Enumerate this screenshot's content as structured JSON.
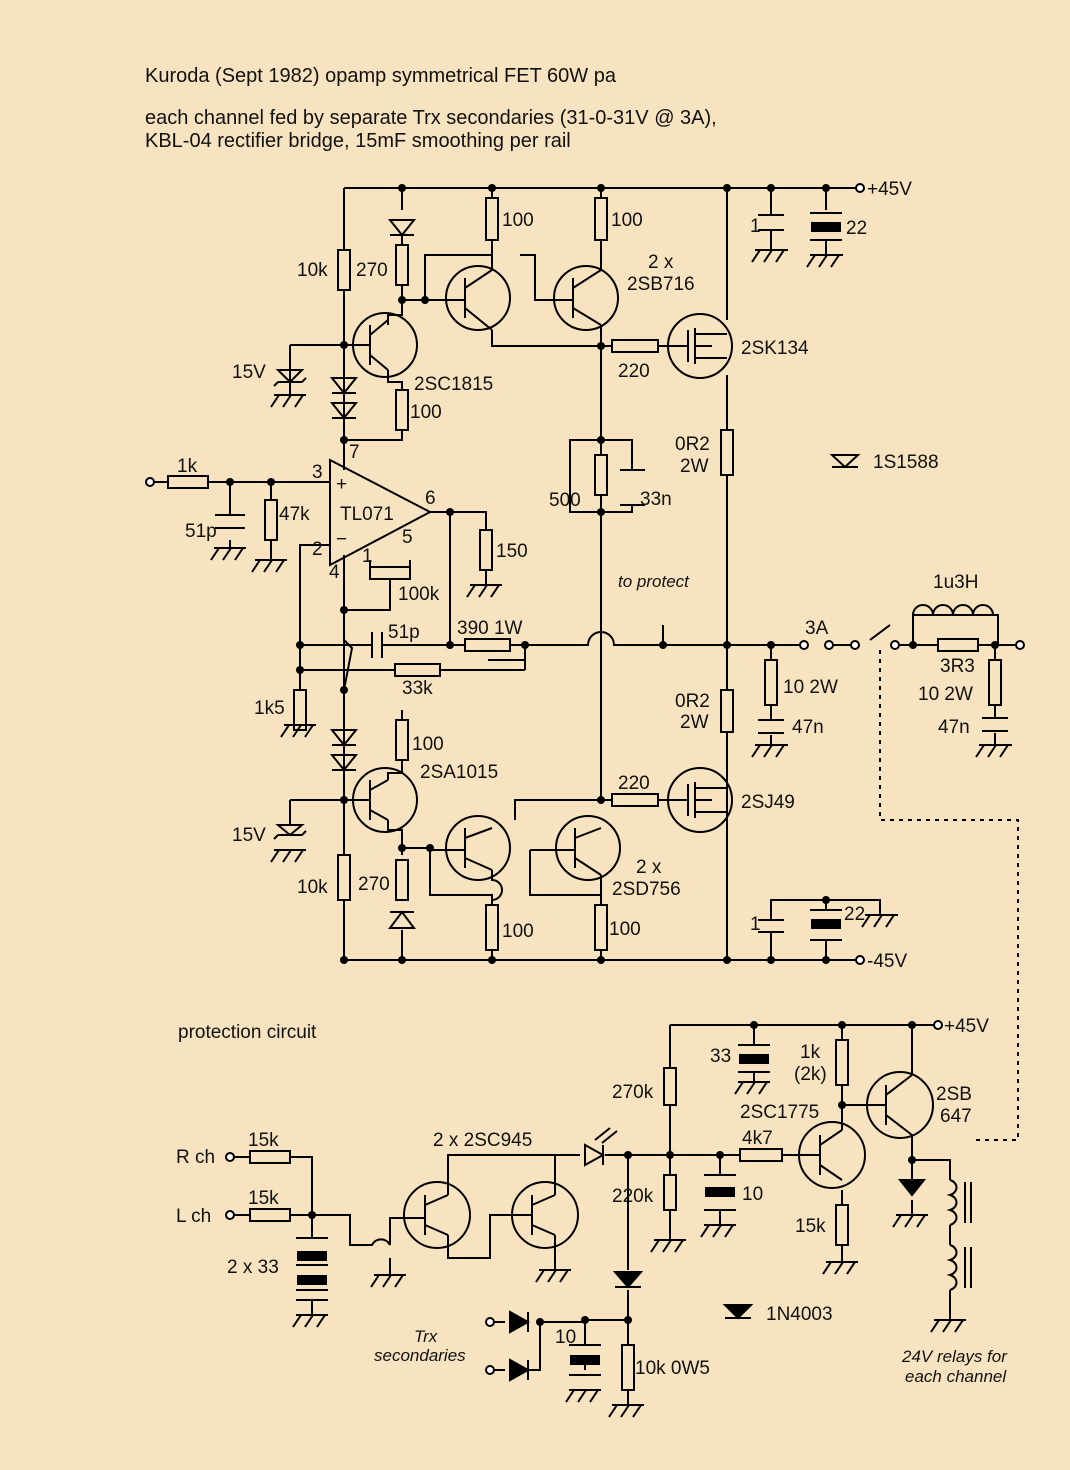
{
  "header": {
    "title": "Kuroda (Sept 1982) opamp symmetrical FET 60W pa",
    "note_line1": "each channel fed by separate Trx secondaries (31-0-31V @ 3A),",
    "note_line2": "KBL-04 rectifier bridge, 15mF smoothing per rail"
  },
  "amp": {
    "vpos": "+45V",
    "vneg": "-45V",
    "c_top_1": "1",
    "c_top_22": "22",
    "c_bot_1": "1",
    "c_bot_22": "22",
    "r10k_top": "10k",
    "r270_top": "270",
    "r100_a": "100",
    "r100_b": "100",
    "q_pnp_top": "2 x",
    "q_pnp_top2": "2SB716",
    "fet_top": "2SK134",
    "r220_top": "220",
    "zener_top": "15V",
    "q1815": "2SC1815",
    "r100_1815": "100",
    "r0r2_top": "0R2",
    "r2w_top": "2W",
    "diode_legend": "1S1588",
    "r1k_in": "1k",
    "c51p_in": "51p",
    "r47k": "47k",
    "pin3": "3",
    "pin7": "7",
    "pin6": "6",
    "pin2": "2",
    "pin4": "4",
    "pin1": "1",
    "pin5": "5",
    "opamp": "TL071",
    "r150": "150",
    "pot500": "500",
    "c33n": "33n",
    "pot100k": "100k",
    "to_protect": "to protect",
    "c51p_fb": "51p",
    "r390": "390 1W",
    "r33k": "33k",
    "r1k5": "1k5",
    "fuse": "3A",
    "inductor": "1u3H",
    "r3r3": "3R3",
    "r10_2w_a": "10 2W",
    "c47n_a": "47n",
    "r10_2w_b": "10 2W",
    "c47n_b": "47n",
    "r0r2_bot": "0R2",
    "r2w_bot": "2W",
    "r100_1015": "100",
    "q1015": "2SA1015",
    "r220_bot": "220",
    "fet_bot": "2SJ49",
    "zener_bot": "15V",
    "q_npn_bot": "2 x",
    "q_npn_bot2": "2SD756",
    "r10k_bot": "10k",
    "r270_bot": "270",
    "r100_c": "100",
    "r100_d": "100"
  },
  "protection": {
    "title": "protection circuit",
    "vpos": "+45V",
    "c33": "33",
    "r1k": "1k",
    "r2k": "(2k)",
    "r270k": "270k",
    "q2sb": "2SB",
    "q647": "647",
    "q1775": "2SC1775",
    "r4k7": "4k7",
    "r15k_a": "15k",
    "r15k_b": "15k",
    "r15k_c": "15k",
    "rch": "R ch",
    "lch": "L ch",
    "q945": "2 x 2SC945",
    "r220k": "220k",
    "c10_a": "10",
    "c2x33": "2 x 33",
    "d1n4003": "1N4003",
    "trx1": "Trx",
    "trx2": "secondaries",
    "c10_b": "10",
    "r10k_0w5": "10k 0W5",
    "relay1": "24V relays for",
    "relay2": "each channel"
  },
  "colors": {
    "background": "#f7e3bf",
    "ink": "#000000"
  }
}
